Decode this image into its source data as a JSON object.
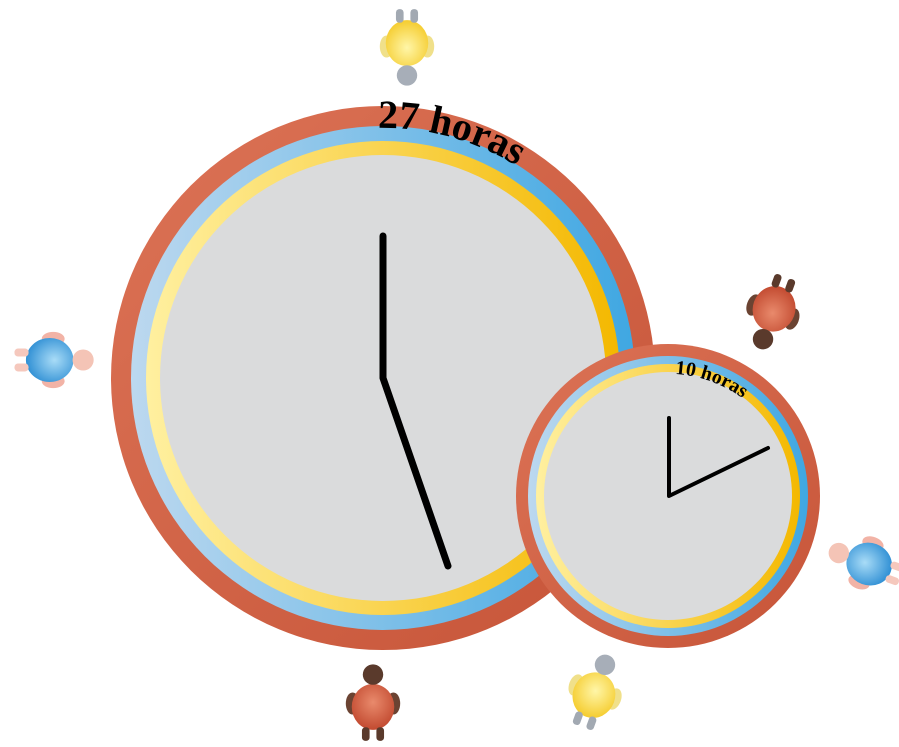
{
  "large_clock": {
    "label": "27 horas"
  },
  "small_clock": {
    "label": "10 horas"
  },
  "colors": {
    "outer_ring": "#d56448",
    "blue_ring": "#5ab4e5",
    "yellow_ring": "#f7d33a",
    "face": "#dadbdc",
    "hands": "#000000"
  },
  "figures": [
    {
      "icon": "person-top-view-icon",
      "color": "yellow"
    },
    {
      "icon": "person-top-view-icon",
      "color": "blue"
    },
    {
      "icon": "person-top-view-icon",
      "color": "red"
    },
    {
      "icon": "person-top-view-icon",
      "color": "red"
    },
    {
      "icon": "person-top-view-icon",
      "color": "blue"
    },
    {
      "icon": "person-top-view-icon",
      "color": "yellow"
    }
  ]
}
